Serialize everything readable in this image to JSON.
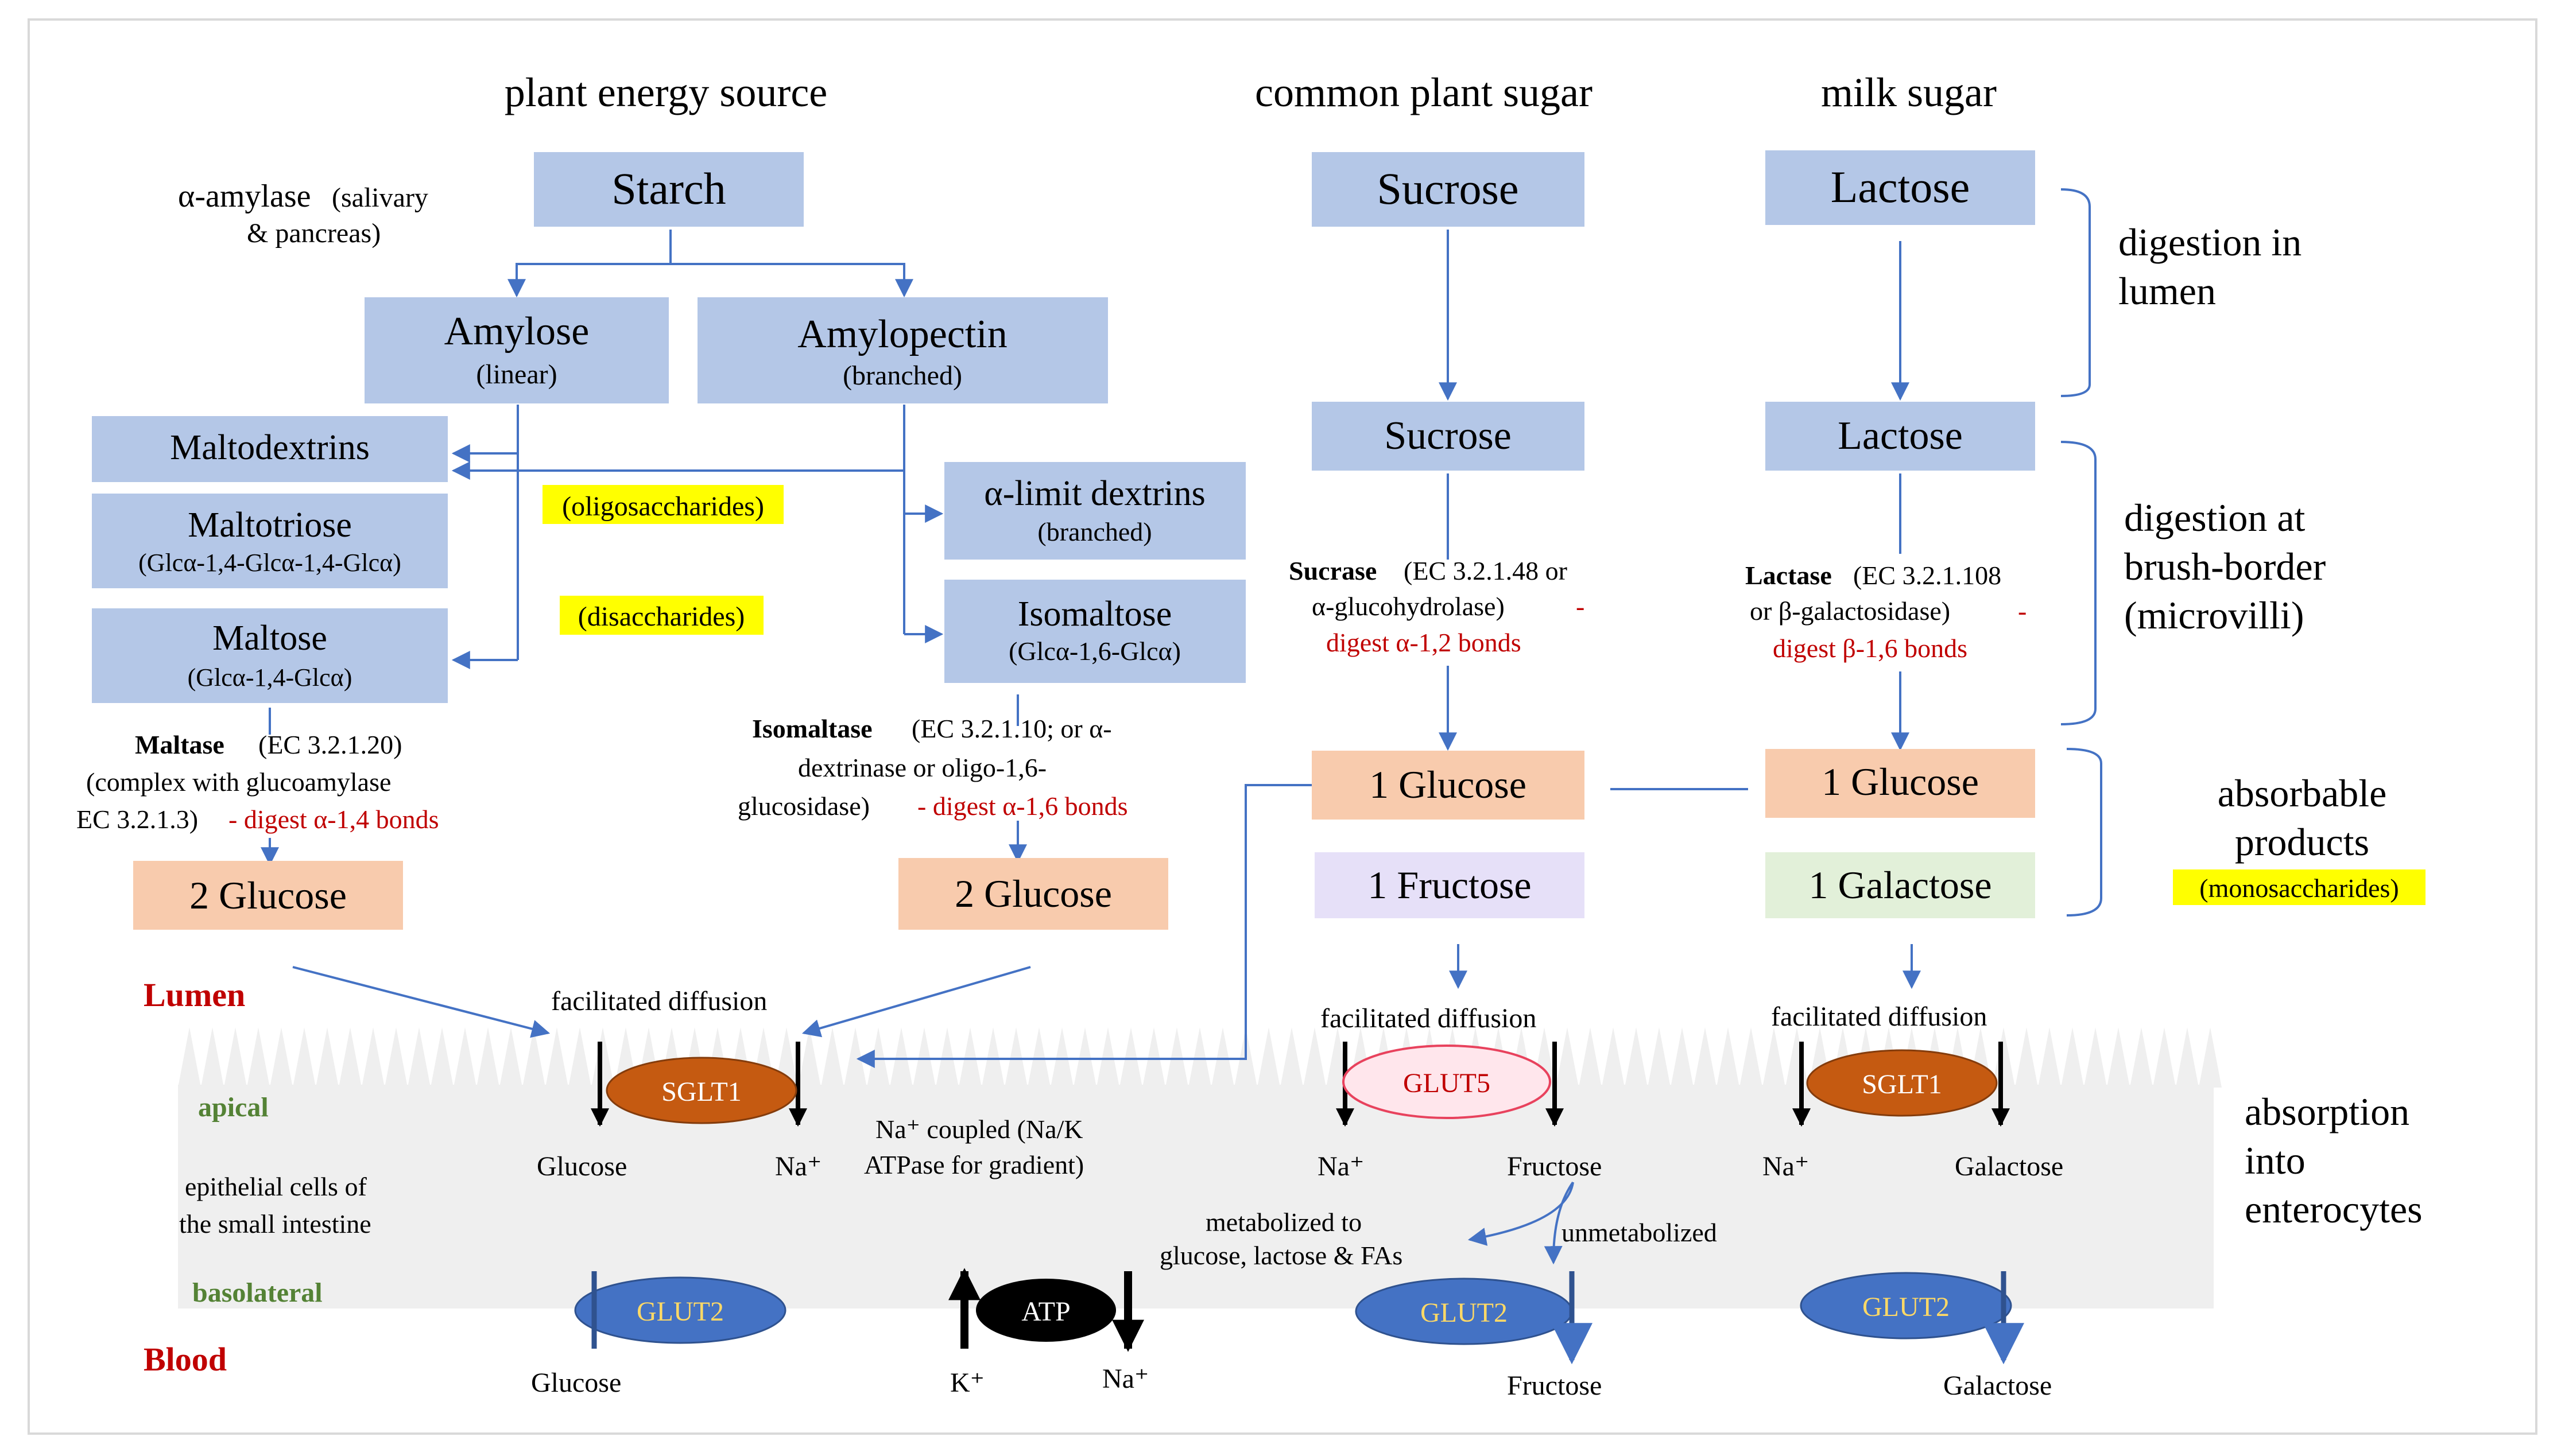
{
  "headers": {
    "plant_energy_source": "plant energy source",
    "common_plant_sugar": "common plant sugar",
    "milk_sugar": "milk sugar"
  },
  "enzymes": {
    "amylase_1": "α-amylase",
    "amylase_2": "(salivary",
    "amylase_3": "& pancreas)",
    "maltase_name": "Maltase",
    "maltase_1": "(EC 3.2.1.20)",
    "maltase_2": "(complex  with  glucoamylase",
    "maltase_3": "EC 3.2.1.3)",
    "maltase_digest": "- digest α-1,4 bonds",
    "isomaltase_name": "Isomaltase",
    "isomaltase_1": "(EC 3.2.1.10; or α-",
    "isomaltase_2": "dextrinase  or oligo-1,6-",
    "isomaltase_3": "glucosidase)",
    "isomaltase_digest": "- digest α-1,6 bonds",
    "sucrase_name": "Sucrase",
    "sucrase_1": "(EC 3.2.1.48 or",
    "sucrase_2": "α-glucohydrolase)",
    "sucrase_dash": "-",
    "sucrase_digest": "digest α-1,2 bonds",
    "lactase_name": "Lactase",
    "lactase_1": "(EC 3.2.1.108",
    "lactase_2": "or β-galactosidase)",
    "lactase_dash": "-",
    "lactase_digest": "digest β-1,6 bonds"
  },
  "boxes": {
    "starch": "Starch",
    "amylose": "Amylose",
    "amylose_sub": "(linear)",
    "amylopectin": "Amylopectin",
    "amylopectin_sub": "(branched)",
    "maltodextrins": "Maltodextrins",
    "maltotriose": "Maltotriose",
    "maltotriose_sub": "(Glcα-1,4-Glcα-1,4-Glcα)",
    "maltose": "Maltose",
    "maltose_sub": "(Glcα-1,4-Glcα)",
    "limit_dextrins": "α-limit dextrins",
    "limit_dextrins_sub": "(branched)",
    "isomaltose": "Isomaltose",
    "isomaltose_sub": "(Glcα-1,6-Glcα)",
    "sucrose_lumen": "Sucrose",
    "sucrose_brush": "Sucrose",
    "lactose_lumen": "Lactose",
    "lactose_brush": "Lactose",
    "glucose_left": "2 Glucose",
    "glucose_mid": "2 Glucose",
    "glucose_sucrose": "1 Glucose",
    "fructose": "1 Fructose",
    "glucose_lactose": "1 Glucose",
    "galactose": "1 Galactose"
  },
  "highlights": {
    "oligosaccharides": "(oligosaccharides)",
    "disaccharides": "(disaccharides)",
    "monosaccharides": "(monosaccharides)"
  },
  "brackets": {
    "lumen_1": "digestion in",
    "lumen_2": "lumen",
    "brush_1": "digestion at",
    "brush_2": "brush-border",
    "brush_3": "(microvilli)",
    "products_1": "absorbable",
    "products_2": "products",
    "absorption_1": "absorption",
    "absorption_2": "into",
    "absorption_3": "enterocytes"
  },
  "cell": {
    "lumen": "Lumen",
    "blood": "Blood",
    "apical": "apical",
    "basolateral": "basolateral",
    "epithelial_1": "epithelial  cells  of",
    "epithelial_2": "the small intestine",
    "facilitated_1": "facilitated  diffusion",
    "facilitated_2": "facilitated  diffusion",
    "facilitated_3": "facilitated  diffusion",
    "na_coupled_1": "Na⁺ coupled (Na/K",
    "na_coupled_2": "ATPase for gradient)",
    "metabolized_1": "metabolized to",
    "metabolized_2": "glucose, lactose & FAs",
    "unmetabolized": "unmetabolized"
  },
  "transporters": {
    "sglt1_a": "SGLT1",
    "glut5": "GLUT5",
    "sglt1_b": "SGLT1",
    "glut2_a": "GLUT2",
    "atp": "ATP",
    "glut2_b": "GLUT2",
    "glut2_c": "GLUT2"
  },
  "labels": {
    "glucose_apical": "Glucose",
    "na_apical_1": "Na⁺",
    "na_apical_2": "Na⁺",
    "fructose_apical": "Fructose",
    "na_apical_3": "Na⁺",
    "galactose_apical": "Galactose",
    "glucose_blood": "Glucose",
    "k_blood": "K⁺",
    "na_blood": "Na⁺",
    "fructose_blood": "Fructose",
    "galactose_blood": "Galactose"
  },
  "colors": {
    "box_blue": "#b4c7e7",
    "box_peach": "#f8cbad",
    "box_lavender": "#e6e0f8",
    "box_green": "#e2f0d9",
    "arrow_blue": "#4472c4",
    "digest_red": "#c00000",
    "highlight_yellow": "#ffff00",
    "sglt_orange": "#c55a11",
    "glut5_pink": "#ffe6ec",
    "glut2_blue": "#4472c4",
    "glut2_text": "#ffd966",
    "cell_band": "#efefef",
    "zone_green": "#548235"
  }
}
